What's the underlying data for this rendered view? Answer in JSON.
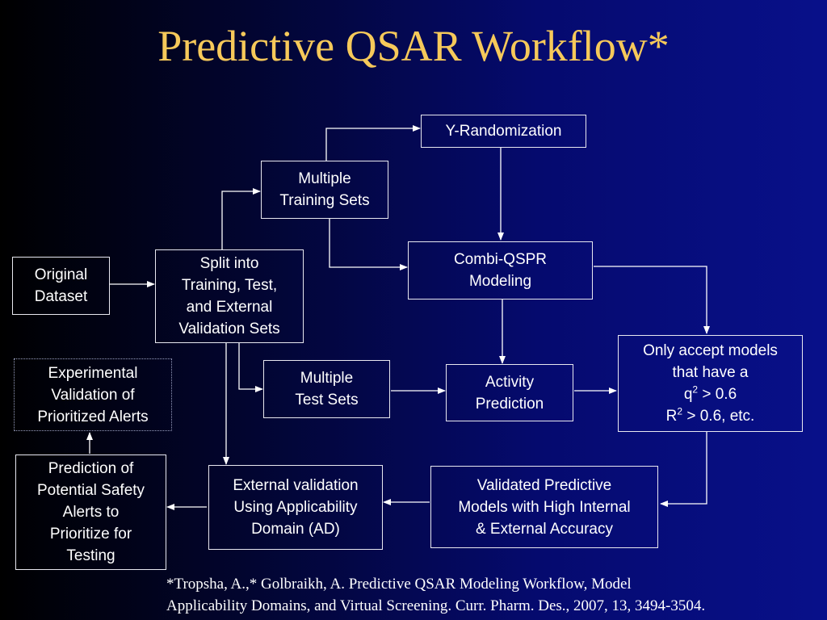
{
  "title": "Predictive QSAR Workflow*",
  "nodes": {
    "original_dataset": "Original\nDataset",
    "split": "Split into\nTraining, Test,\nand External\nValidation Sets",
    "multiple_training": "Multiple\nTraining Sets",
    "y_randomization": "Y-Randomization",
    "combi_qspr": "Combi-QSPR\nModeling",
    "multiple_test": "Multiple\nTest Sets",
    "activity_prediction": "Activity\nPrediction",
    "accept_line1": "Only accept models\nthat have a",
    "accept_q": "q",
    "accept_q_sup": "2",
    "accept_q_rest": " > 0.6",
    "accept_r": "R",
    "accept_r_sup": "2",
    "accept_r_rest": " > 0.6, etc.",
    "validated_models": "Validated Predictive\nModels with High Internal\n& External Accuracy",
    "external_validation": "External validation\nUsing Applicability\nDomain (AD)",
    "prediction_alerts": "Prediction of\nPotential Safety\nAlerts to\nPrioritize for\nTesting",
    "experimental_validation": "Experimental\nValidation of\nPrioritized Alerts"
  },
  "footnote": {
    "line1": "*Tropsha, A.,* Golbraikh, A. Predictive QSAR Modeling Workflow, Model",
    "line2": "Applicability Domains, and Virtual Screening. Curr. Pharm. Des., 2007, 13, 3494-3504."
  },
  "colors": {
    "title": "#f6c95a",
    "text": "#ffffff",
    "line": "#ffffff"
  }
}
